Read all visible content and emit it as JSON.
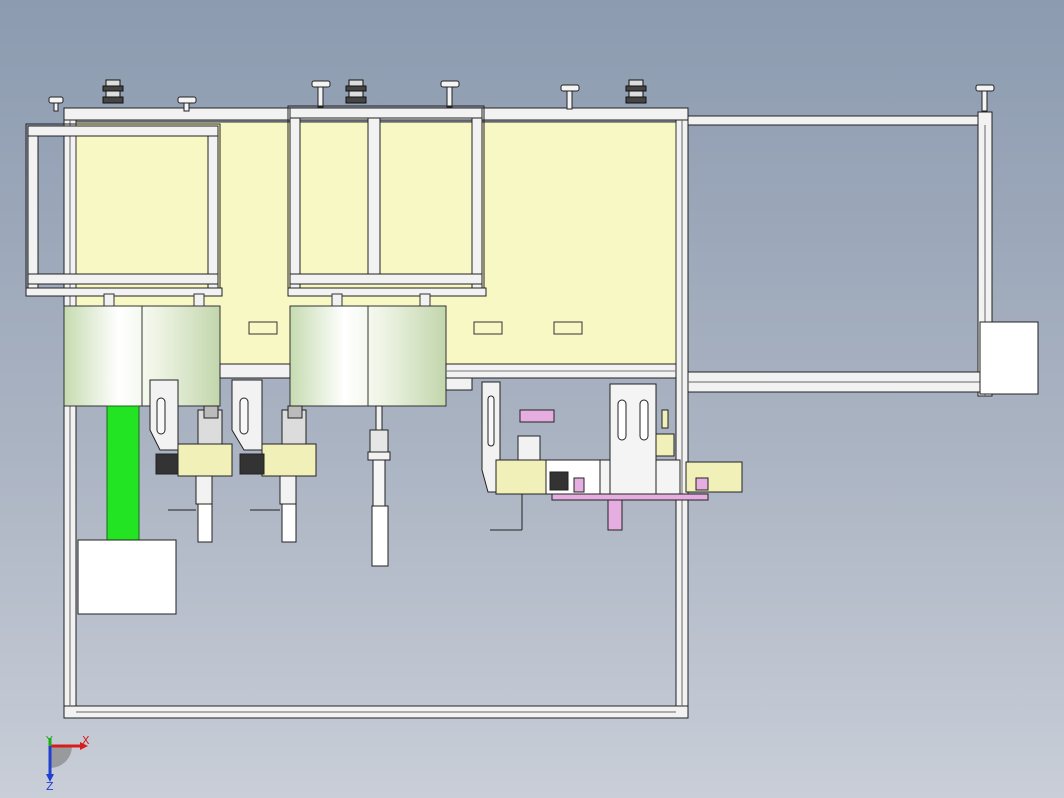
{
  "viewport": {
    "triad": {
      "x_label": "X",
      "y_label": "Y",
      "z_label": "Z"
    }
  },
  "colors": {
    "frame": "#f2f2f2",
    "frame_edge": "#222222",
    "panel": "#f8f8c4",
    "cylinder": "#dbe8c8",
    "belt": "#22e422",
    "block": "#f0f0b8",
    "pink": "#e6aee0",
    "background_top": "#8c9bb0",
    "background_bottom": "#c9ced8"
  }
}
